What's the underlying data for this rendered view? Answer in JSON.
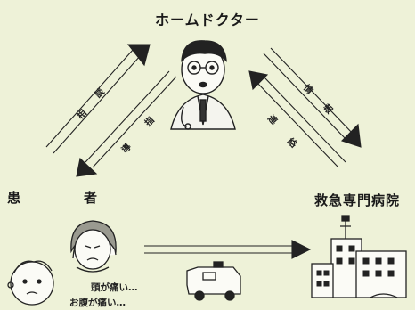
{
  "title": "ホームドクター",
  "patient": {
    "char1": "患",
    "char2": "者"
  },
  "hospital": "救急専門病院",
  "labels": {
    "left_up": [
      "相",
      "談"
    ],
    "left_down": [
      "指",
      "導"
    ],
    "right_down": [
      "情",
      "報"
    ],
    "right_up": [
      "連",
      "絡"
    ]
  },
  "speech": {
    "line1": "頭が痛い…",
    "line2": "お腹が痛い…"
  },
  "colors": {
    "background": "#eef2d8",
    "ink": "#1a1a1a"
  }
}
